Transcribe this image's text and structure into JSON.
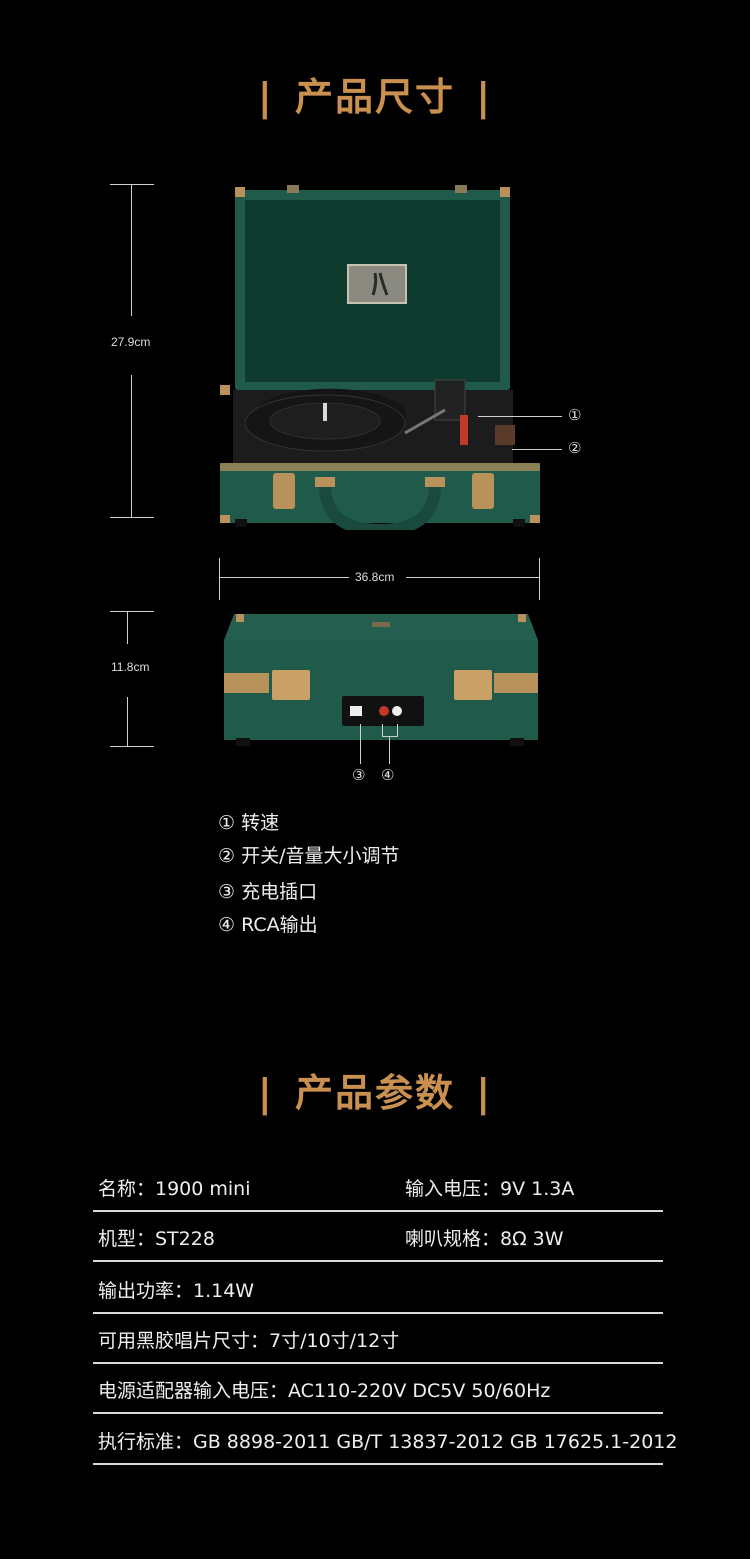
{
  "sections": {
    "size_title": "产品尺寸",
    "params_title": "产品参数",
    "bar": "|"
  },
  "dimensions": {
    "height": "27.9cm",
    "width": "36.8cm",
    "depth": "11.8cm"
  },
  "callouts": [
    "①",
    "②",
    "③",
    "④"
  ],
  "legend": [
    "① 转速",
    "② 开关/音量大小调节",
    "③ 充电插口",
    "④ RCA输出"
  ],
  "specs": [
    {
      "left": "名称：1900  mini",
      "right": "输入电压：9V 1.3A"
    },
    {
      "left": "机型：ST228",
      "right": "喇叭规格：8Ω 3W"
    },
    {
      "left": "输出功率：1.14W",
      "right": ""
    },
    {
      "left": "可用黑胶唱片尺寸：7寸/10寸/12寸",
      "right": ""
    },
    {
      "left": "电源适配器输入电压：AC110-220V  DC5V  50/60Hz",
      "right": ""
    },
    {
      "left": "执行标准：GB 8898-2011 GB/T 13837-2012 GB 17625.1-2012",
      "right": ""
    }
  ],
  "colors": {
    "accent": "#c9904f",
    "case_green": "#1f5a4a",
    "brass": "#b8925a"
  }
}
